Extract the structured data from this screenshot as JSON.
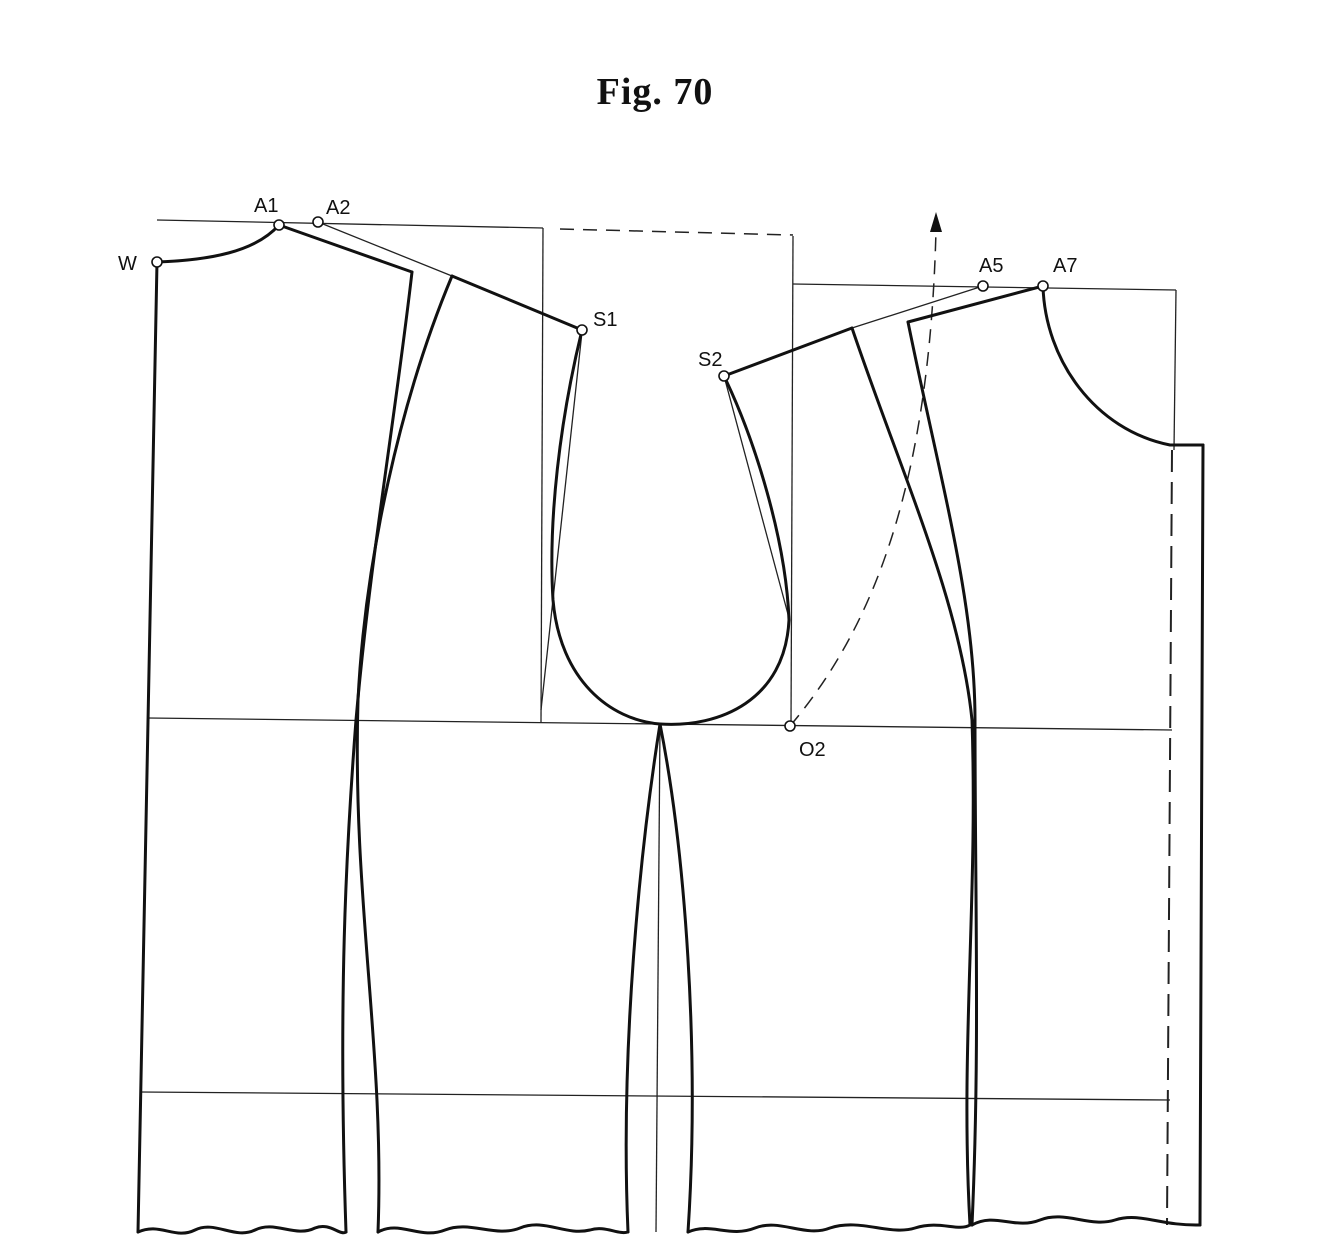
{
  "figure": {
    "title": "Fig. 70"
  },
  "points": {
    "W": "W",
    "A1": "A1",
    "A2": "A2",
    "S1": "S1",
    "S2": "S2",
    "A5": "A5",
    "A7": "A7",
    "O2": "O2"
  },
  "colors": {
    "ink": "#111111",
    "paper": "#ffffff"
  }
}
